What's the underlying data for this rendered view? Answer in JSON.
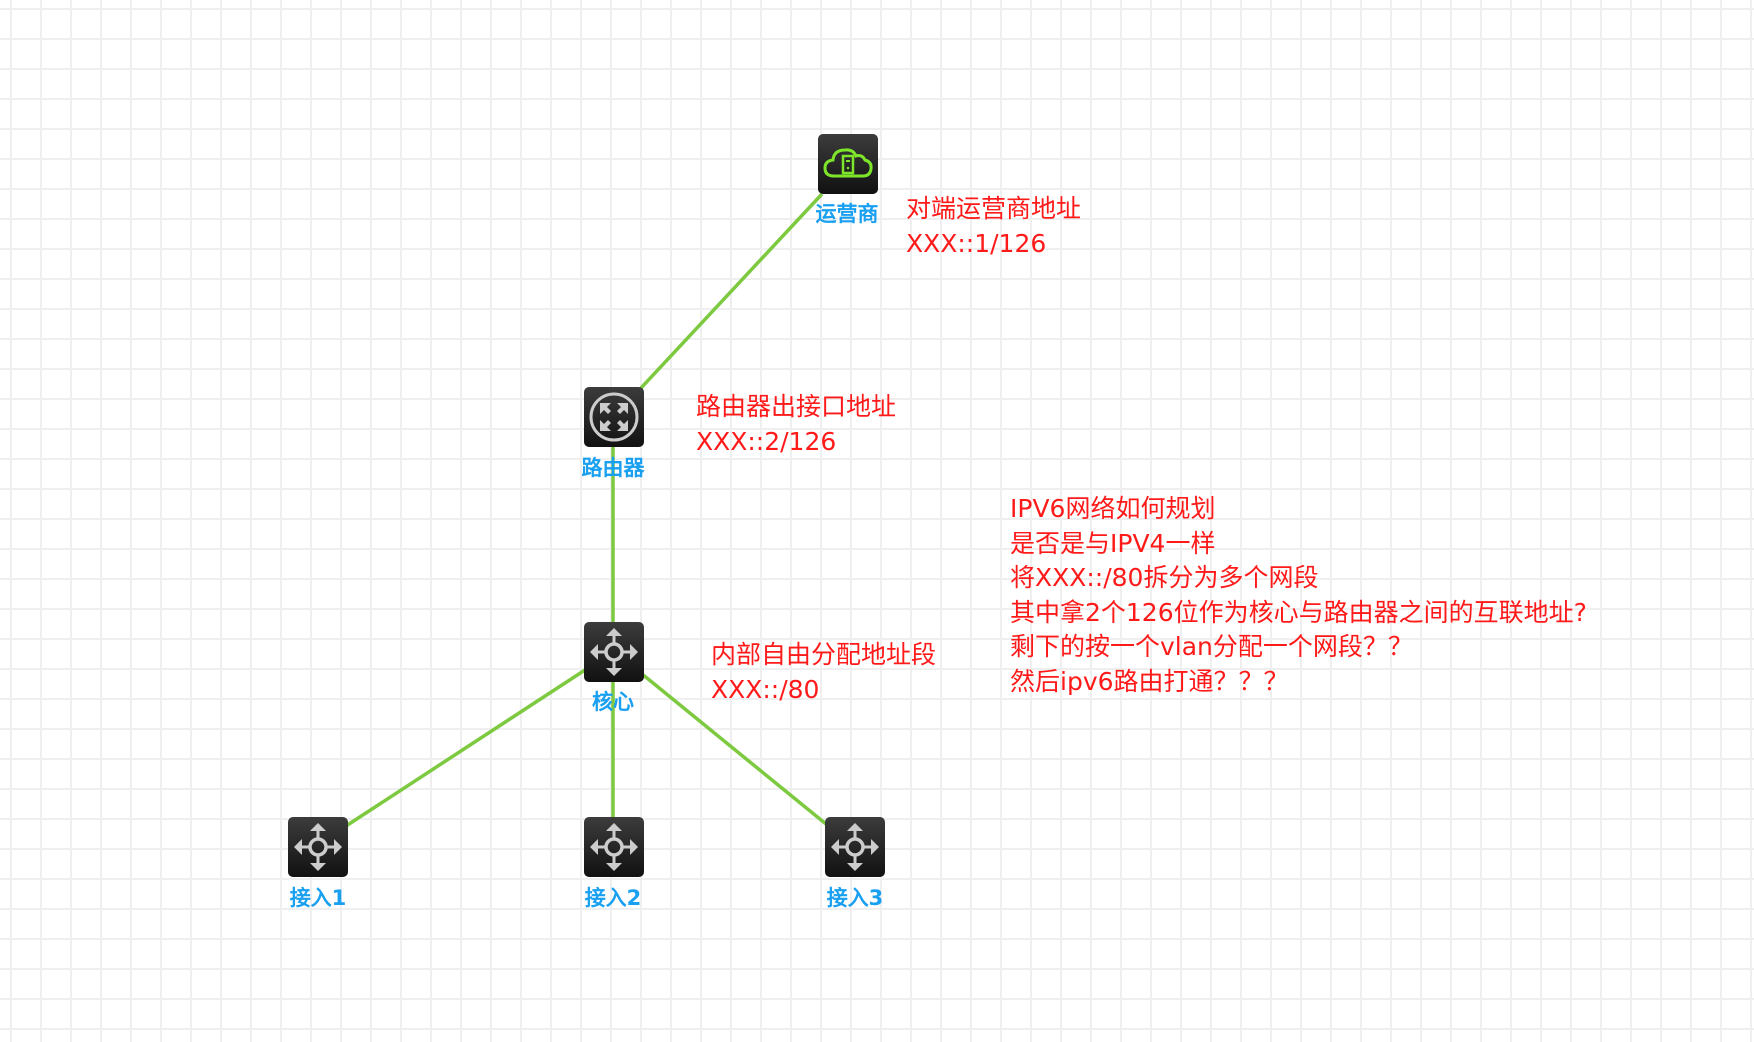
{
  "nodes": {
    "isp": {
      "label": "运营商",
      "icon": "cloud-server-icon"
    },
    "router": {
      "label": "路由器",
      "icon": "router-icon"
    },
    "core": {
      "label": "核心",
      "icon": "switch-icon"
    },
    "access1": {
      "label": "接入1",
      "icon": "switch-icon"
    },
    "access2": {
      "label": "接入2",
      "icon": "switch-icon"
    },
    "access3": {
      "label": "接入3",
      "icon": "switch-icon"
    }
  },
  "notes": {
    "isp": [
      "对端运营商地址",
      "XXX::1/126"
    ],
    "router": [
      "路由器出接口地址",
      "XXX::2/126"
    ],
    "core": [
      "内部自由分配地址段",
      "XXX::/80"
    ],
    "question": [
      "IPV6网络如何规划",
      "是否是与IPV4一样",
      "将XXX::/80拆分为多个网段",
      "其中拿2个126位作为核心与路由器之间的互联地址?",
      "剩下的按一个vlan分配一个网段？？",
      "然后ipv6路由打通？？？"
    ]
  },
  "colors": {
    "link": "#7dc940",
    "note": "#ff1a1a",
    "label": "#1aa0f0"
  }
}
